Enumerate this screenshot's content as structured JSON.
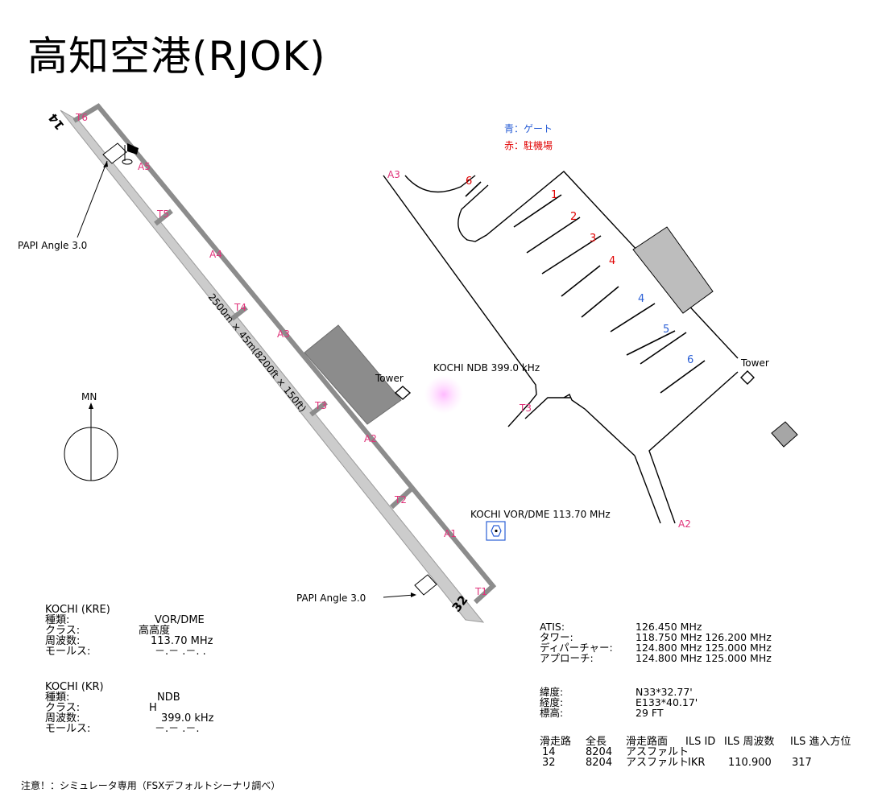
{
  "title": "高知空港(RJOK)",
  "legend": {
    "gate": "青：ゲート",
    "stand": "赤：駐機場",
    "gate_color": "#2a5fd6",
    "stand_color": "#e00000"
  },
  "map_labels": {
    "runway_dims": "2500m × 45m(8200ft × 150ft)",
    "rwy_14": "14",
    "rwy_32": "32",
    "papi_upper": "PAPI Angle 3.0",
    "papi_lower": "PAPI Angle 3.0",
    "tower_left": "Tower",
    "tower_right": "Tower",
    "ndb": "KOCHI NDB 399.0 kHz",
    "vor": "KOCHI  VOR/DME 113.70 MHz",
    "north": "MN",
    "taxi_runway_side": [
      "T6",
      "A5",
      "T5",
      "A4",
      "T4",
      "A3",
      "T3",
      "A2",
      "T2",
      "A1",
      "T1"
    ],
    "taxi_apron_side": [
      "A3",
      "T3",
      "A2"
    ],
    "gates": [
      "4",
      "5",
      "6"
    ],
    "stands": [
      "6",
      "1",
      "2",
      "3",
      "4"
    ]
  },
  "navaids": [
    {
      "header": "KOCHI (KRE)",
      "rows": [
        {
          "label": "種類:",
          "value": "VOR/DME"
        },
        {
          "label": "クラス:",
          "value": "高高度"
        },
        {
          "label": "周波数:",
          "value": "113.70 MHz"
        },
        {
          "label": "モールス:",
          "value": "－.－  .－.  ."
        }
      ]
    },
    {
      "header": "KOCHI (KR)",
      "rows": [
        {
          "label": "種類:",
          "value": "NDB"
        },
        {
          "label": "クラス:",
          "value": "H"
        },
        {
          "label": "周波数:",
          "value": "399.0 kHz"
        },
        {
          "label": "モールス:",
          "value": "－.－  .－."
        }
      ]
    }
  ],
  "frequencies": [
    {
      "label": "ATIS:",
      "value": "126.450 MHz"
    },
    {
      "label": "タワー:",
      "value": "118.750 MHz  126.200 MHz"
    },
    {
      "label": "ディパーチャー:",
      "value": "124.800 MHz  125.000 MHz"
    },
    {
      "label": "アプローチ:",
      "value": "124.800 MHz  125.000 MHz"
    }
  ],
  "position": [
    {
      "label": "緯度:",
      "value": "N33*32.77'"
    },
    {
      "label": "経度:",
      "value": "E133*40.17'"
    },
    {
      "label": "標高:",
      "value": "29 FT"
    }
  ],
  "runway_table": {
    "headers": [
      "滑走路",
      "全長",
      "滑走路面",
      "ILS ID",
      "ILS 周波数",
      "ILS 進入方位"
    ],
    "rows": [
      [
        "14",
        "8204",
        "アスファルト",
        "",
        "",
        ""
      ],
      [
        "32",
        "8204",
        "アスファルト",
        "IKR",
        "110.900",
        "317"
      ]
    ]
  },
  "note": "注意！：シミュレータ専用（FSXデフォルトシーナリ調べ）"
}
